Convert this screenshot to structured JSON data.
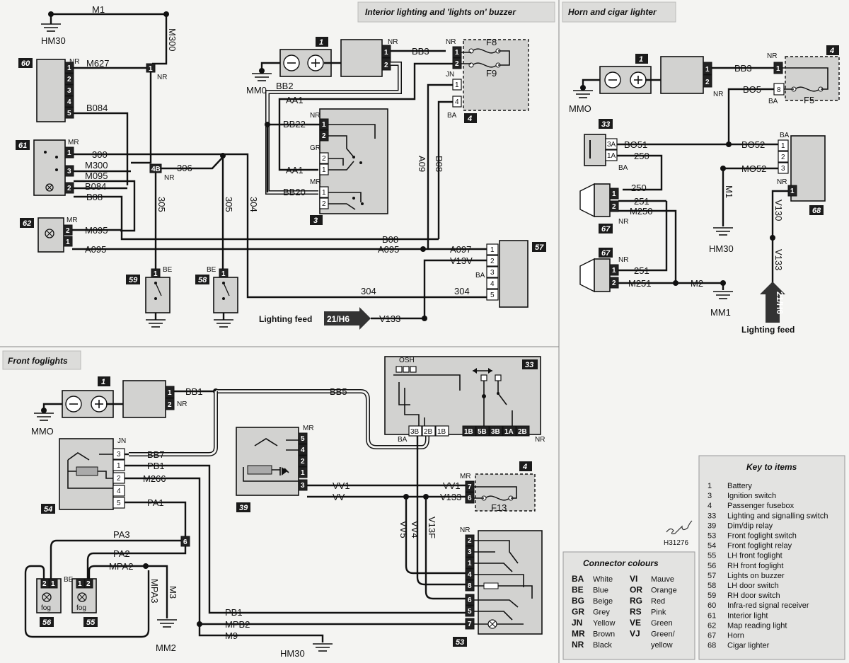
{
  "sections": {
    "interior": "Interior lighting and 'lights on' buzzer",
    "horn": "Horn and cigar lighter",
    "fog": "Front foglights"
  },
  "ids": {
    "i60": "60",
    "i61": "61",
    "i62": "62",
    "i59": "59",
    "i58": "58",
    "i57": "57",
    "i1a": "1",
    "i1b": "1",
    "i1c": "1",
    "i4a": "4",
    "i4b": "4",
    "i4c": "4",
    "i3": "3",
    "i33a": "33",
    "i33b": "33",
    "i67a": "67",
    "i67b": "67",
    "i68": "68",
    "i54": "54",
    "i39": "39",
    "i56": "56",
    "i55": "55",
    "i53": "53"
  },
  "grounds": {
    "hm30a": "HM30",
    "mm0": "MM0",
    "mmo_h": "MMO",
    "hm30b": "HM30",
    "mm1": "MM1",
    "mmo_f": "MMO",
    "mm2": "MM2",
    "hm30c": "HM30"
  },
  "wires": {
    "m1": "M1",
    "m300": "M300",
    "m627": "M627",
    "nr1": "NR",
    "b084a": "B084",
    "w300": "300",
    "m300b": "M300",
    "m095": "M095",
    "b084b": "B084",
    "b08a": "B08",
    "m095b": "M095",
    "a095": "A095",
    "w306": "306",
    "c4b": "4B",
    "nr2": "NR",
    "w305a": "305",
    "w305b": "305",
    "w304a": "304",
    "bb3": "BB3",
    "bb2": "BB2",
    "aa1a": "AA1",
    "bb22": "BB22",
    "aa1b": "AA1",
    "bb20": "BB20",
    "a09": "A09",
    "b08b": "B08",
    "b08c": "B08",
    "a095b": "A095",
    "a097": "A097",
    "v13v": "V13V",
    "w304b": "304",
    "w304c": "304",
    "v133": "V133",
    "f8": "F8",
    "f9": "F9",
    "bb3h": "BB3",
    "bo5": "BO5",
    "f5": "F5",
    "bo51": "BO51",
    "w250a": "250",
    "bo52": "BO52",
    "mo52": "MO52",
    "w250b": "250",
    "w251a": "251",
    "m250": "M250",
    "m1h": "M1",
    "v130": "V130",
    "v133h": "V133",
    "w251b": "251",
    "m251": "M251",
    "m2": "M2",
    "bb1": "BB1",
    "bb5": "BB5",
    "bb7": "BB7",
    "pb1a": "PB1",
    "m266": "M266",
    "pa1": "PA1",
    "pa3": "PA3",
    "pa2": "PA2",
    "mpa2": "MPA2",
    "mpa3": "MPA3",
    "m3": "M3",
    "vv1a": "VV1",
    "vva": "VV",
    "vv1b": "VV1",
    "v133f": "V133",
    "f13": "F13",
    "vv5": "VV5",
    "vv4": "VV4",
    "v13f": "V13F",
    "pb1b": "PB1",
    "mpb2": "MPB2",
    "m9": "M9"
  },
  "pins": {
    "nr": "NR",
    "mr": "MR",
    "be": "BE",
    "ba": "BA",
    "jn": "JN",
    "gr": "GR",
    "osh": "OSH",
    "fog": "fog"
  },
  "feeds": {
    "lighting": "Lighting feed",
    "lighting2": "Lighting feed",
    "ref1": "21/H6",
    "ref2": "21/H6"
  },
  "signature": "H31276",
  "connector_colours": {
    "title": "Connector colours",
    "items": [
      {
        "code": "BA",
        "name": "White"
      },
      {
        "code": "BE",
        "name": "Blue"
      },
      {
        "code": "BG",
        "name": "Beige"
      },
      {
        "code": "GR",
        "name": "Grey"
      },
      {
        "code": "JN",
        "name": "Yellow"
      },
      {
        "code": "MR",
        "name": "Brown"
      },
      {
        "code": "NR",
        "name": "Black"
      },
      {
        "code": "VI",
        "name": "Mauve"
      },
      {
        "code": "OR",
        "name": "Orange"
      },
      {
        "code": "RG",
        "name": "Red"
      },
      {
        "code": "RS",
        "name": "Pink"
      },
      {
        "code": "VE",
        "name": "Green"
      },
      {
        "code": "VJ",
        "name": "Green/"
      },
      {
        "code": "",
        "name": "yellow"
      }
    ]
  },
  "key": {
    "title": "Key to items",
    "items": [
      {
        "n": "1",
        "t": "Battery"
      },
      {
        "n": "3",
        "t": "Ignition switch"
      },
      {
        "n": "4",
        "t": "Passenger fusebox"
      },
      {
        "n": "33",
        "t": "Lighting and signalling switch"
      },
      {
        "n": "39",
        "t": "Dim/dip relay"
      },
      {
        "n": "53",
        "t": "Front foglight switch"
      },
      {
        "n": "54",
        "t": "Front foglight relay"
      },
      {
        "n": "55",
        "t": "LH front foglight"
      },
      {
        "n": "56",
        "t": "RH front foglight"
      },
      {
        "n": "57",
        "t": "Lights on buzzer"
      },
      {
        "n": "58",
        "t": "LH door switch"
      },
      {
        "n": "59",
        "t": "RH door switch"
      },
      {
        "n": "60",
        "t": "Infra-red signal receiver"
      },
      {
        "n": "61",
        "t": "Interior light"
      },
      {
        "n": "62",
        "t": "Map reading light"
      },
      {
        "n": "67",
        "t": "Horn"
      },
      {
        "n": "68",
        "t": "Cigar lighter"
      }
    ]
  }
}
